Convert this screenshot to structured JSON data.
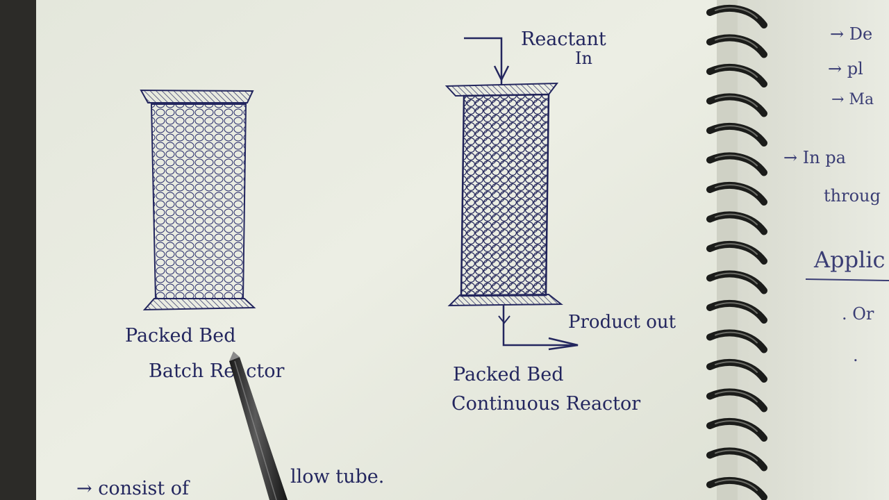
{
  "photo": {
    "subject": "Handwritten notebook page with two reactor sketches",
    "ink_color": "#23265e",
    "paper_color": "#e8eae0"
  },
  "diagrams": {
    "batch": {
      "caption_line1": "Packed Bed",
      "caption_line2": "Batch Reactor"
    },
    "continuous": {
      "inlet_label_line1": "Reactant",
      "inlet_label_line2": "In",
      "outlet_label": "Product out",
      "caption_line1": "Packed Bed",
      "caption_line2": "Continuous Reactor"
    }
  },
  "notes": {
    "bottom_line_left": "→ consist of",
    "bottom_line_right": "llow tube.",
    "right_page": {
      "bullet1": "→ De",
      "bullet2": "→ pl",
      "bullet3": "→ Ma",
      "bullet4": "→ In pa",
      "bullet4_cont": "throug",
      "heading": "Applic",
      "sub1": ". Or",
      "sub2": "."
    }
  }
}
